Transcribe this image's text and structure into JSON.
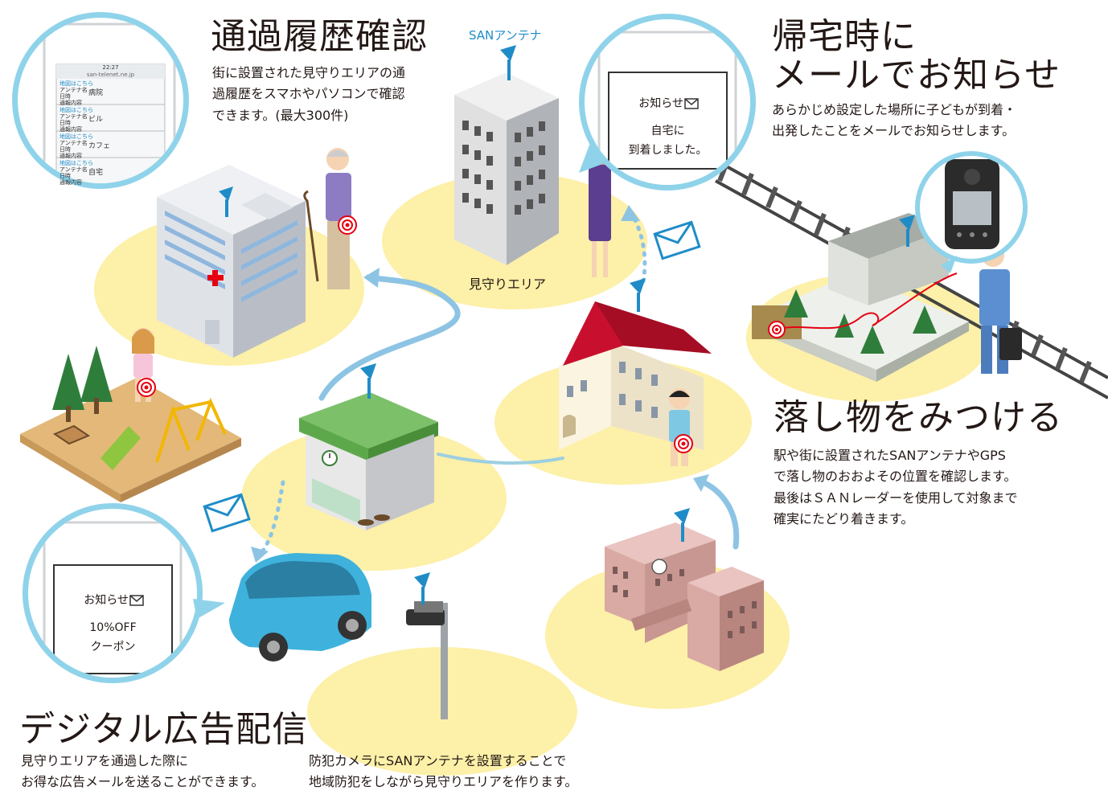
{
  "colors": {
    "area_yellow": "#fdf0a8",
    "bubble_blue": "#8fd3ea",
    "arrow_blue": "#8dc4e4",
    "antenna_blue": "#1f8cc8",
    "cross_red": "#e60012",
    "label_blue": "#1f8cc8"
  },
  "icons": [
    "antenna-icon",
    "mail-icon",
    "envelope-icon",
    "target-icon",
    "red-cross-icon",
    "clock-icon"
  ],
  "features": {
    "history": {
      "title": "通過履歴確認",
      "desc": [
        "街に設置された見守りエリアの通",
        "過履歴をスマホやパソコンで確認",
        "できます。(最大300件)"
      ]
    },
    "homecoming": {
      "title": [
        "帰宅時に",
        "メールでお知らせ"
      ],
      "desc": [
        "あらかじめ設定した場所に子どもが到着・",
        "出発したことをメールでお知らせします。"
      ]
    },
    "lost_item": {
      "title": "落し物をみつける",
      "desc": [
        "駅や街に設置されたSANアンテナやGPS",
        "で落し物のおおよその位置を確認します。",
        "最後はＳＡＮレーダーを使用して対象まで",
        "確実にたどり着きます。"
      ]
    },
    "digital_ad": {
      "title": "デジタル広告配信",
      "desc": [
        "見守りエリアを通過した際に",
        "お得な広告メールを送ることができます。"
      ]
    },
    "camera": {
      "desc": [
        "防犯カメラにSANアンテナを設置することで",
        "地域防犯をしながら見守りエリアを作ります。"
      ]
    }
  },
  "labels": {
    "san_antenna": "SANアンテナ",
    "watch_area": "見守りエリア"
  },
  "phones": {
    "history": {
      "status": "22:27",
      "url": "san-telenet.ne.jp",
      "link": "地図はこちら",
      "field_labels": [
        "アンテナ名",
        "日時",
        "通報内容"
      ],
      "places": [
        "病院",
        "ビル",
        "カフェ",
        "自宅"
      ]
    },
    "arrival": {
      "header": "お知らせ",
      "body": [
        "自宅に",
        "到着しました。"
      ]
    },
    "coupon": {
      "header": "お知らせ",
      "body": [
        "10%OFF",
        "クーポン"
      ]
    }
  }
}
